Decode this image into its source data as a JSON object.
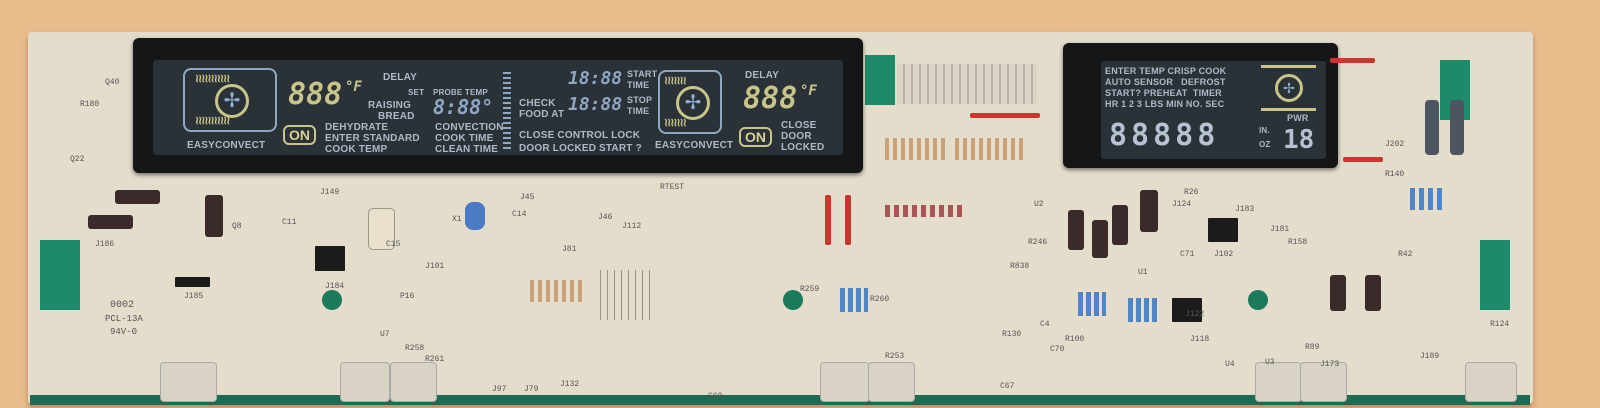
{
  "main_display": {
    "left": {
      "brand": "EASYCONVECT",
      "temp_digits": "888",
      "degree_unit": "°F",
      "delay": "DELAY",
      "set": "SET",
      "probe_temp": "PROBE TEMP",
      "probe_digits": "8:88°",
      "raising": "RAISING",
      "bread": "BREAD",
      "on": "ON",
      "dehydrate": "DEHYDRATE",
      "convection": "CONVECTION",
      "enter_standard": "ENTER STANDARD",
      "cook_time": "COOK TIME",
      "cook_temp": "COOK TEMP",
      "clean_time": "CLEAN TIME"
    },
    "center": {
      "start_digits": "18:88",
      "start": "START",
      "time1": "TIME",
      "check": "CHECK",
      "food_at": "FOOD AT",
      "stop_digits": "18:88",
      "stop": "STOP",
      "time2": "TIME",
      "close_control_lock": "CLOSE CONTROL LOCK",
      "door_locked": "DOOR LOCKED",
      "start_q": "START ?"
    },
    "right": {
      "brand": "EASYCONVECT",
      "delay": "DELAY",
      "temp_digits": "888",
      "degree_unit": "°F",
      "on": "ON",
      "close": "CLOSE",
      "door": "DOOR",
      "locked": "LOCKED"
    }
  },
  "micro_display": {
    "row1": "ENTER TEMP CRISP COOK",
    "row2": "AUTO SENSOR   DEFROST",
    "row3": "START? PREHEAT  TIMER",
    "row4": "HR 1 2 3 LBS MIN NO. SEC",
    "digits": "88888",
    "in": "IN.",
    "oz": "OZ",
    "pwr": "PWR",
    "pwr_digits": "18"
  },
  "silkscreen": {
    "part": "0002",
    "pcl": "PCL-13A",
    "rating": "94V-0",
    "labels": [
      "Q40",
      "R180",
      "Q22",
      "J149",
      "J186",
      "C11",
      "Q8",
      "X1",
      "C15",
      "C14",
      "J45",
      "J46",
      "J81",
      "J112",
      "RTEST",
      "J185",
      "J184",
      "J101",
      "P16",
      "U7",
      "R258",
      "R261",
      "J97",
      "J79",
      "J132",
      "C69",
      "R253",
      "R259",
      "R260",
      "R838",
      "C67",
      "R130",
      "J118",
      "J122",
      "J124",
      "R26",
      "U2",
      "U1",
      "C71",
      "J102",
      "J181",
      "J202",
      "R42",
      "R89",
      "U3",
      "U4",
      "J173",
      "J189",
      "R124",
      "R140",
      "R100",
      "R158",
      "R246",
      "C4",
      "C70",
      "J183"
    ]
  }
}
